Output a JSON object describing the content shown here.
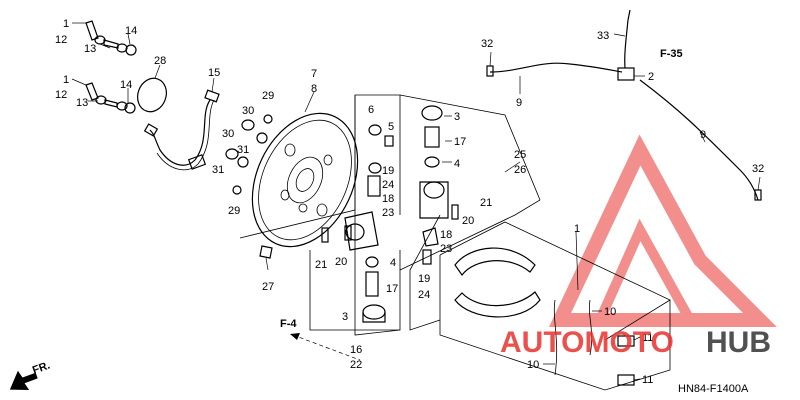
{
  "diagram": {
    "code": "HN84-F1400A",
    "refs": {
      "f35": "F-35",
      "f4": "F-4",
      "fr": "FR."
    },
    "labels": [
      {
        "id": "l1a",
        "text": "1"
      },
      {
        "id": "l12a",
        "text": "12"
      },
      {
        "id": "l14a",
        "text": "14"
      },
      {
        "id": "l13a",
        "text": "13"
      },
      {
        "id": "l28",
        "text": "28"
      },
      {
        "id": "l1b",
        "text": "1"
      },
      {
        "id": "l12b",
        "text": "12"
      },
      {
        "id": "l14b",
        "text": "14"
      },
      {
        "id": "l13b",
        "text": "13"
      },
      {
        "id": "l15",
        "text": "15"
      },
      {
        "id": "l29a",
        "text": "29"
      },
      {
        "id": "l30a",
        "text": "30"
      },
      {
        "id": "l31a",
        "text": "31"
      },
      {
        "id": "l30b",
        "text": "30"
      },
      {
        "id": "l31b",
        "text": "31"
      },
      {
        "id": "l29b",
        "text": "29"
      },
      {
        "id": "l7",
        "text": "7"
      },
      {
        "id": "l8",
        "text": "8"
      },
      {
        "id": "l27",
        "text": "27"
      },
      {
        "id": "l6",
        "text": "6"
      },
      {
        "id": "l5",
        "text": "5"
      },
      {
        "id": "l3a",
        "text": "3"
      },
      {
        "id": "l17a",
        "text": "17"
      },
      {
        "id": "l4a",
        "text": "4"
      },
      {
        "id": "l25",
        "text": "25"
      },
      {
        "id": "l26",
        "text": "26"
      },
      {
        "id": "l19a",
        "text": "19"
      },
      {
        "id": "l24a",
        "text": "24"
      },
      {
        "id": "l18a",
        "text": "18"
      },
      {
        "id": "l23a",
        "text": "23"
      },
      {
        "id": "l21a",
        "text": "21"
      },
      {
        "id": "l20a",
        "text": "20"
      },
      {
        "id": "l21b",
        "text": "21"
      },
      {
        "id": "l20b",
        "text": "20"
      },
      {
        "id": "l4b",
        "text": "4"
      },
      {
        "id": "l17b",
        "text": "17"
      },
      {
        "id": "l3b",
        "text": "3"
      },
      {
        "id": "l18b",
        "text": "18"
      },
      {
        "id": "l23b",
        "text": "23"
      },
      {
        "id": "l19b",
        "text": "19"
      },
      {
        "id": "l24b",
        "text": "24"
      },
      {
        "id": "l16",
        "text": "16"
      },
      {
        "id": "l22",
        "text": "22"
      },
      {
        "id": "l32a",
        "text": "32"
      },
      {
        "id": "l33",
        "text": "33"
      },
      {
        "id": "l2",
        "text": "2"
      },
      {
        "id": "l9a",
        "text": "9"
      },
      {
        "id": "l9b",
        "text": "9"
      },
      {
        "id": "l32b",
        "text": "32"
      },
      {
        "id": "l1c",
        "text": "1"
      },
      {
        "id": "l10a",
        "text": "10"
      },
      {
        "id": "l11a",
        "text": "11"
      },
      {
        "id": "l10b",
        "text": "10"
      },
      {
        "id": "l11b",
        "text": "11"
      }
    ]
  },
  "watermark": {
    "text_a": "AUTOMOTO",
    "text_b": "HUB",
    "color_red": "#e8322e",
    "color_dark": "#333333"
  }
}
